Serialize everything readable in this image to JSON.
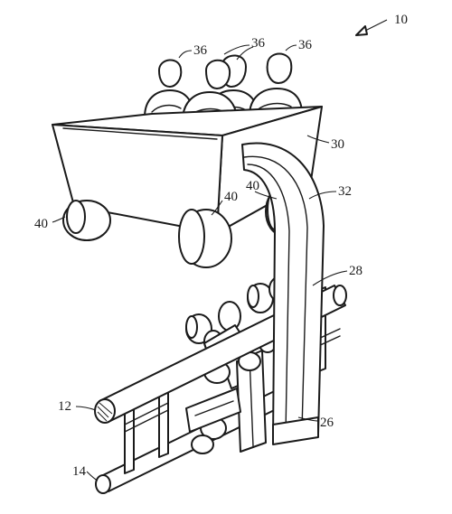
{
  "figure": {
    "refs": {
      "r10": "10",
      "r12": "12",
      "r14": "14",
      "r26": "26",
      "r28": "28",
      "r30": "30",
      "r32": "32",
      "r36a": "36",
      "r36b": "36",
      "r36c": "36",
      "r40a": "40",
      "r40b": "40",
      "r40c": "40"
    }
  },
  "colors": {
    "line": "#1a1a1a",
    "background": "#ffffff"
  }
}
